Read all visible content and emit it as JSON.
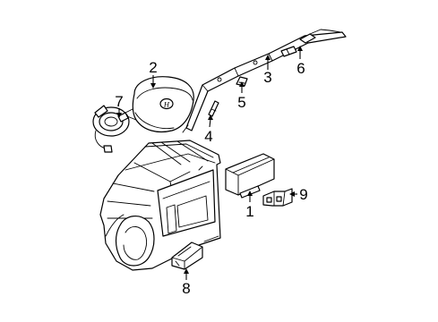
{
  "callouts": {
    "c1": "1",
    "c2": "2",
    "c3": "3",
    "c4": "4",
    "c5": "5",
    "c6": "6",
    "c7": "7",
    "c8": "8",
    "c9": "9"
  },
  "logo_text": "H"
}
